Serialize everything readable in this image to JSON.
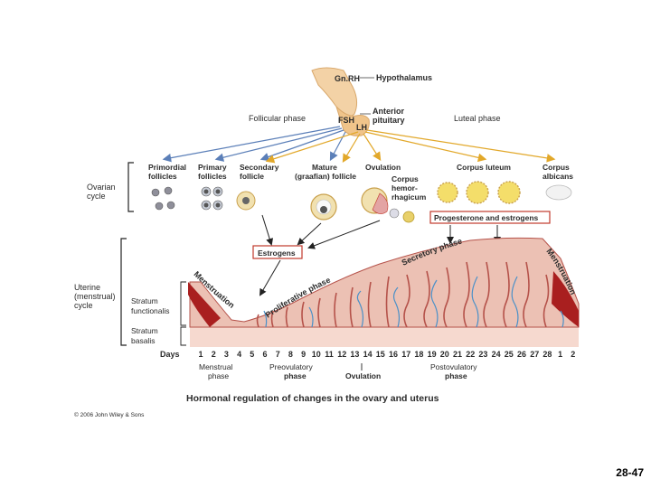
{
  "header": {
    "gnrh": "Gn.RH",
    "hypothalamus": "Hypothalamus",
    "anterior_pituitary_1": "Anterior",
    "anterior_pituitary_2": "pituitary",
    "fsh": "FSH",
    "lh": "LH",
    "follicular_phase": "Follicular phase",
    "luteal_phase": "Luteal phase"
  },
  "ovarian": {
    "cycle_label_1": "Ovarian",
    "cycle_label_2": "cycle",
    "primordial_1": "Primordial",
    "primordial_2": "follicles",
    "primary_1": "Primary",
    "primary_2": "follicles",
    "secondary_1": "Secondary",
    "secondary_2": "follicle",
    "mature_1": "Mature",
    "mature_2": "(graafian) follicle",
    "ovulation": "Ovulation",
    "corpus_hem_1": "Corpus",
    "corpus_hem_2": "hemor-",
    "corpus_hem_3": "rhagicum",
    "corpus_luteum": "Corpus luteum",
    "corpus_albicans_1": "Corpus",
    "corpus_albicans_2": "albicans"
  },
  "hormones": {
    "prog_estrogens": "Progesterone and estrogens",
    "estrogens": "Estrogens"
  },
  "uterine": {
    "cycle_label_1": "Uterine",
    "cycle_label_2": "(menstrual)",
    "cycle_label_3": "cycle",
    "stratum_functionalis_1": "Stratum",
    "stratum_functionalis_2": "functionalis",
    "stratum_basalis_1": "Stratum",
    "stratum_basalis_2": "basalis",
    "menstruation": "Menstruation",
    "proliferative_phase": "Proliferative phase",
    "secretory_phase": "Secretory phase"
  },
  "days": {
    "label": "Days",
    "numbers": [
      "1",
      "2",
      "3",
      "4",
      "5",
      "6",
      "7",
      "8",
      "9",
      "10",
      "11",
      "12",
      "13",
      "14",
      "15",
      "16",
      "17",
      "18",
      "19",
      "20",
      "21",
      "22",
      "23",
      "24",
      "25",
      "26",
      "27",
      "28",
      "1",
      "2"
    ]
  },
  "phases": {
    "menstrual_1": "Menstrual",
    "menstrual_2": "phase",
    "preovulatory_1": "Preovulatory",
    "preovulatory_2": "phase",
    "ovulation": "Ovulation",
    "postovulatory_1": "Postovulatory",
    "postovulatory_2": "phase"
  },
  "caption": "Hormonal regulation of changes in the ovary and uterus",
  "copyright": "© 2006 John Wiley & Sons",
  "slide_number": "28-47",
  "colors": {
    "fsh_arrow": "#5b7fb8",
    "lh_arrow": "#e2a82a",
    "endometrium": "#e8b4a8",
    "endometrium_dark": "#c0392b",
    "basalis": "#f6d9cf",
    "vessel": "#4a90c8",
    "hormone_box": "#c0392b"
  }
}
